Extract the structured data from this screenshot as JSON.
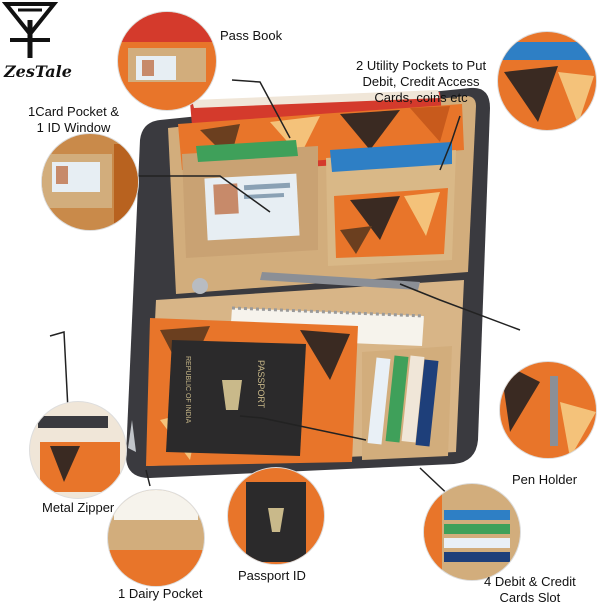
{
  "brand": {
    "name": "ZesTale"
  },
  "labels": {
    "pass_book": "Pass Book",
    "utility_pockets": [
      "2 Utility Pockets to Put",
      "Debit, Credit Access",
      "Cards, coins etc"
    ],
    "card_pocket": [
      "1Card Pocket &",
      "1 ID Window"
    ],
    "pen_holder": "Pen Holder",
    "metal_zipper": "Metal Zipper",
    "diary_pocket": "1 Dairy Pocket",
    "passport_id": "Passport ID",
    "debit_cards_slot": [
      "4 Debit & Credit",
      "Cards Slot"
    ]
  },
  "product_text": {
    "passport_title": "PASSPORT",
    "passport_country": "REPUBLIC OF INDIA"
  },
  "colors": {
    "canvas": "#f5f1e4",
    "tan_panel": "#d2ad7c",
    "dark_zipper": "#3a3a3f",
    "orange_print": "#e8752a",
    "brown_print": "#6b3f1f",
    "passport": "#2b2a2b",
    "red_book": "#d43a2c"
  }
}
